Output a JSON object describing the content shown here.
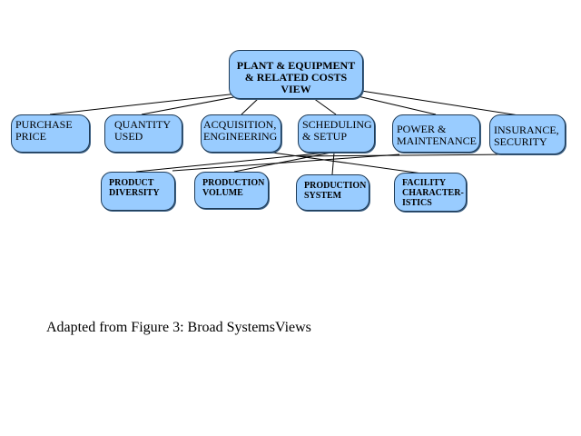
{
  "diagram": {
    "root": {
      "label": "PLANT & EQUIPMENT\n& RELATED COSTS\nVIEW"
    },
    "level1": [
      {
        "label": "PURCHASE\n   PRICE"
      },
      {
        "label": "QUANTITY\n   USED"
      },
      {
        "label": "ACQUISITION,\nENGINEERING"
      },
      {
        "label": "SCHEDULING\n& SETUP"
      },
      {
        "label": "POWER &\nMAINTENANCE"
      },
      {
        "label": "INSURANCE,\nSECURITY"
      }
    ],
    "level2": [
      {
        "label": "PRODUCT\nDIVERSITY"
      },
      {
        "label": "PRODUCTION\nVOLUME"
      },
      {
        "label": "PRODUCTION\n SYSTEM"
      },
      {
        "label": "FACILITY\nCHARACTER-\nISTICS"
      }
    ],
    "colors": {
      "box_fill": "#99ccff",
      "box_border": "#1f3b57",
      "line": "#000000"
    }
  },
  "caption": "Adapted from Figure 3: Broad SystemsViews"
}
